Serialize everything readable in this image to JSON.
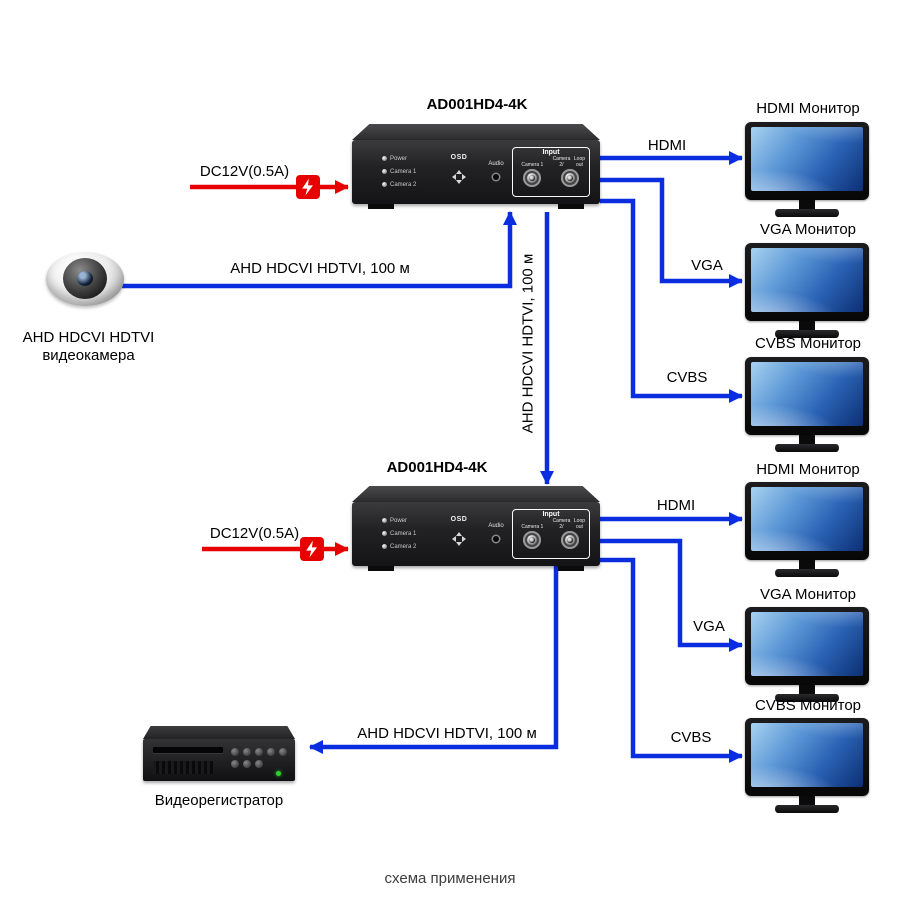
{
  "caption": "схема применения",
  "colors": {
    "cable_blue": "#0a2de0",
    "power_red": "#e60000"
  },
  "icons": {
    "power_bolt": "lightning-bolt"
  },
  "converters": [
    {
      "title": "AD001HD4-4K",
      "power": "DC12V(0.5A)"
    },
    {
      "title": "AD001HD4-4K",
      "power": "DC12V(0.5A)"
    }
  ],
  "panel": {
    "osd": "OSD",
    "leds": [
      "Power",
      "Camera 1",
      "Camera 2"
    ],
    "audio": "Audio",
    "input": "Input",
    "bnc1": "Camera 1",
    "bnc2_line1": "Camera 2/",
    "bnc2_line2": "Loop out"
  },
  "camera": {
    "line1": "AHD HDCVI HDTVI",
    "line2": "видеокамера"
  },
  "dvr": {
    "label": "Видеорегистратор"
  },
  "cables": {
    "camera_to_converter": "AHD HDCVI HDTVI, 100 м",
    "converter_to_converter": "AHD HDCVI HDTVI, 100 м",
    "converter_to_dvr": "AHD HDCVI HDTVI, 100 м"
  },
  "monitors": [
    {
      "label": "HDMI Монитор",
      "conn": "HDMI"
    },
    {
      "label": "VGA Монитор",
      "conn": "VGA"
    },
    {
      "label": "CVBS Монитор",
      "conn": "CVBS"
    },
    {
      "label": "HDMI Монитор",
      "conn": "HDMI"
    },
    {
      "label": "VGA Монитор",
      "conn": "VGA"
    },
    {
      "label": "CVBS Монитор",
      "conn": "CVBS"
    }
  ]
}
